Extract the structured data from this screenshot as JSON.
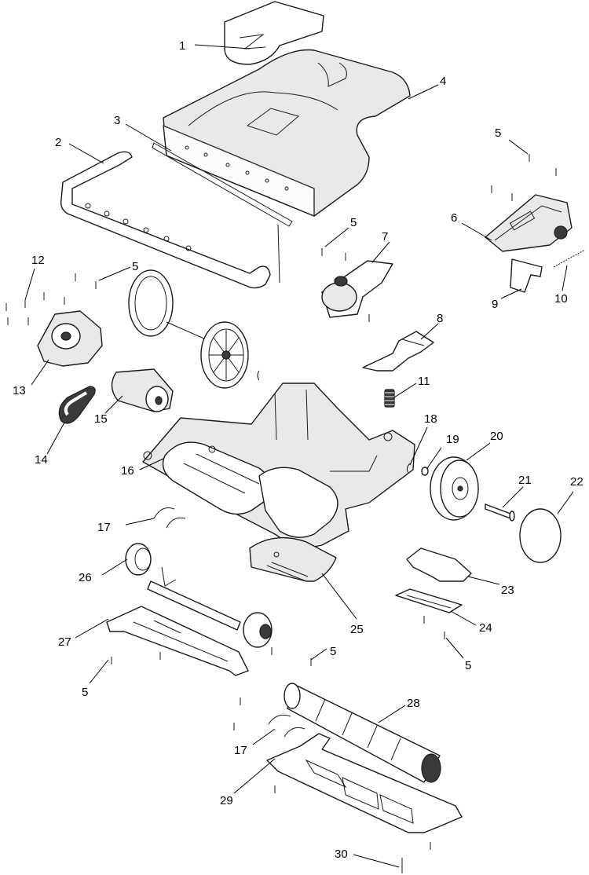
{
  "callouts": [
    {
      "id": "c1",
      "text": "1"
    },
    {
      "id": "c2",
      "text": "2"
    },
    {
      "id": "c3",
      "text": "3"
    },
    {
      "id": "c4",
      "text": "4"
    },
    {
      "id": "c5a",
      "text": "5"
    },
    {
      "id": "c6",
      "text": "6"
    },
    {
      "id": "c5b",
      "text": "5"
    },
    {
      "id": "c7",
      "text": "7"
    },
    {
      "id": "c12",
      "text": "12"
    },
    {
      "id": "c5c",
      "text": "5"
    },
    {
      "id": "c9",
      "text": "9"
    },
    {
      "id": "c10",
      "text": "10"
    },
    {
      "id": "c8",
      "text": "8"
    },
    {
      "id": "c13",
      "text": "13"
    },
    {
      "id": "c11",
      "text": "11"
    },
    {
      "id": "c14",
      "text": "14"
    },
    {
      "id": "c15",
      "text": "15"
    },
    {
      "id": "c18",
      "text": "18"
    },
    {
      "id": "c19",
      "text": "19"
    },
    {
      "id": "c20",
      "text": "20"
    },
    {
      "id": "c21",
      "text": "21"
    },
    {
      "id": "c22",
      "text": "22"
    },
    {
      "id": "c16",
      "text": "16"
    },
    {
      "id": "c17a",
      "text": "17"
    },
    {
      "id": "c26",
      "text": "26"
    },
    {
      "id": "c23",
      "text": "23"
    },
    {
      "id": "c24",
      "text": "24"
    },
    {
      "id": "c25",
      "text": "25"
    },
    {
      "id": "c27",
      "text": "27"
    },
    {
      "id": "c5d",
      "text": "5"
    },
    {
      "id": "c5e",
      "text": "5"
    },
    {
      "id": "c5f",
      "text": "5"
    },
    {
      "id": "c28",
      "text": "28"
    },
    {
      "id": "c17b",
      "text": "17"
    },
    {
      "id": "c29",
      "text": "29"
    },
    {
      "id": "c30",
      "text": "30"
    }
  ]
}
